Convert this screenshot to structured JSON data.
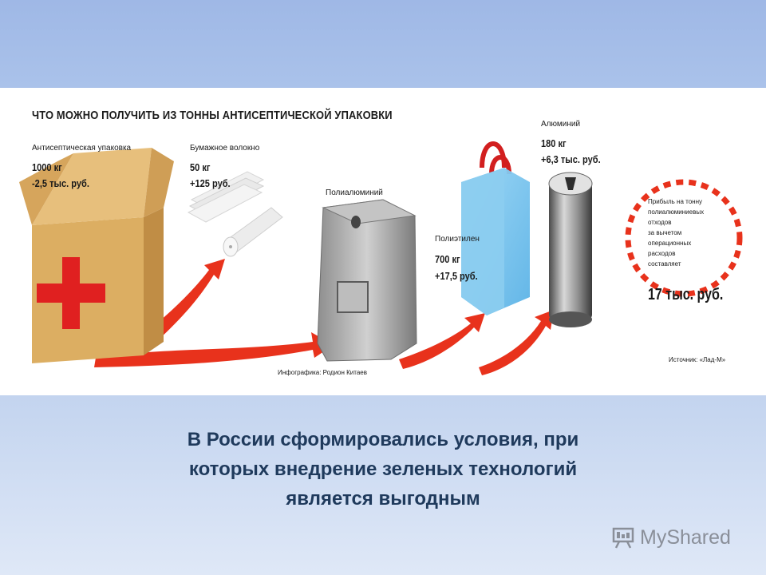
{
  "infographic": {
    "title": "ЧТО МОЖНО ПОЛУЧИТЬ ИЗ ТОННЫ АНТИСЕПТИЧЕСКОЙ УПАКОВКИ",
    "items": [
      {
        "name": "Антисептическая упаковка",
        "amount": "1000 кг",
        "value": "-2,5 тыс. руб."
      },
      {
        "name": "Бумажное волокно",
        "amount": "50 кг",
        "value": "+125 руб."
      },
      {
        "name": "Полиалюминий"
      },
      {
        "name": "Полиэтилен",
        "amount": "700 кг",
        "value": "+17,5 руб."
      },
      {
        "name": "Алюминий",
        "amount": "180 кг",
        "value": "+6,3 тыс. руб."
      }
    ],
    "profit": {
      "lines": [
        "Прибыль на тонну",
        "полиалюминиевых",
        "отходов",
        "за вычетом",
        "операционных",
        "расходов",
        "составляет"
      ],
      "amount": "17 тыс. руб."
    },
    "credit": "Инфографика: Родион Китаев",
    "source": "Источник: «Лад-М»"
  },
  "caption": {
    "lines": [
      "В России сформировались условия, при",
      "которых внедрение зеленых технологий",
      "является выгодным"
    ]
  },
  "brand": {
    "name": "MyShared"
  },
  "colors": {
    "arrow": "#e8321c",
    "cross": "#e02020",
    "box": "#dcae62",
    "bag": "#7cc6ee",
    "handle": "#d21f1f",
    "metal": "#9a9a9a"
  }
}
